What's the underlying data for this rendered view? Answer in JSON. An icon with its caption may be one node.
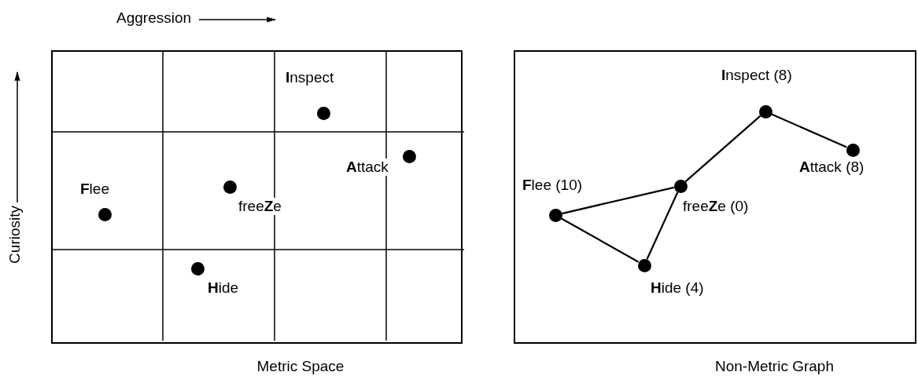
{
  "diagram": {
    "nodes": [
      {
        "text": [
          "Metric Space"
        ]
      },
      {
        "text": [
          "**I**nspect"
        ],
        "in": 0
      },
      {
        "text": [
          "**A**ttack"
        ],
        "in": 0
      },
      {
        "text": [
          "**F**lee"
        ],
        "in": 0
      },
      {
        "text": [
          "free**Z**e"
        ],
        "in": 0
      },
      {
        "text": [
          "**H**ide"
        ],
        "in": 0
      },
      {
        "text": [
          "Non-Metric Graph"
        ]
      },
      {
        "text": [
          "**I**nspect (8)"
        ],
        "in": 6
      },
      {
        "text": [
          "**A**ttack (8)"
        ],
        "in": 6
      },
      {
        "text": [
          "**F**lee (10)"
        ],
        "in": 6
      },
      {
        "text": [
          "free**Z**e (0)"
        ],
        "in": 6
      },
      {
        "text": [
          "**H**ide (4)"
        ],
        "in": 6
      }
    ],
    "edges": [
      {
        "from": 9,
        "to": 10,
        "arrow": "none"
      },
      {
        "from": 9,
        "to": 11,
        "arrow": "none"
      },
      {
        "from": 10,
        "to": 11,
        "arrow": "none"
      },
      {
        "from": 10,
        "to": 7,
        "arrow": "none"
      },
      {
        "from": 7,
        "to": 8,
        "arrow": "none"
      }
    ],
    "labels": [
      "Aggression",
      "Curiosity"
    ]
  }
}
